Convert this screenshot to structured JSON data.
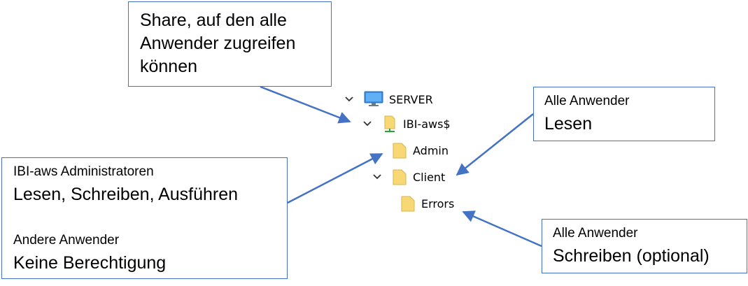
{
  "callouts": {
    "share": {
      "text": "Share, auf den alle Anwender zugreifen können"
    },
    "admin": {
      "group1_label": "IBI-aws Administratoren",
      "group1_rights": "Lesen, Schreiben, Ausführen",
      "group2_label": "Andere Anwender",
      "group2_rights": "Keine Berechtigung"
    },
    "read": {
      "label": "Alle Anwender",
      "rights": "Lesen"
    },
    "write": {
      "label": "Alle Anwender",
      "rights": "Schreiben (optional)"
    }
  },
  "tree": {
    "server": {
      "label": "SERVER",
      "icon": "computer-icon"
    },
    "share": {
      "label": "IBI-aws$",
      "icon": "network-folder-icon"
    },
    "admin": {
      "label": "Admin",
      "icon": "folder-icon"
    },
    "client": {
      "label": "Client",
      "icon": "folder-icon"
    },
    "errors": {
      "label": "Errors",
      "icon": "folder-icon"
    }
  },
  "colors": {
    "accent": "#4472c4",
    "folder": "#f8d775"
  }
}
